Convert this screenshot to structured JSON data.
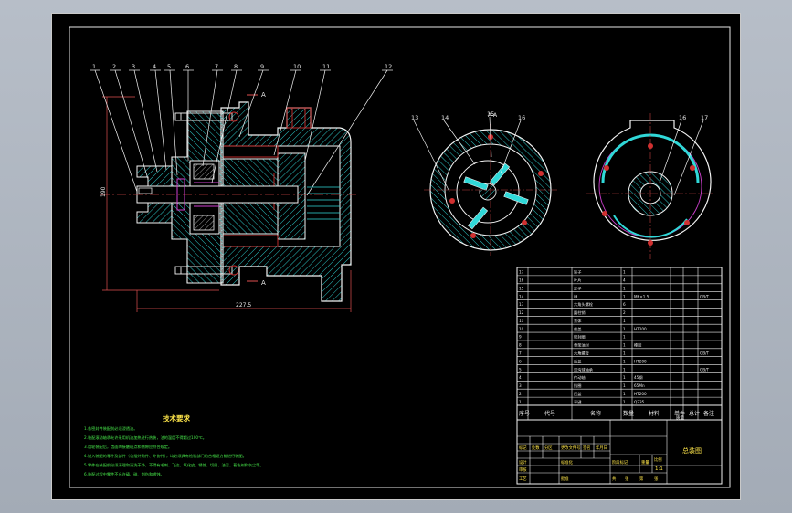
{
  "colors": {
    "background": "#000000",
    "frame": "#e6e6e6",
    "outline": "#f2f2f2",
    "hatch": "#30d8d8",
    "section": "#d03030",
    "dims": "#e05050",
    "centerline": "#c04040",
    "magenta": "#d040d0",
    "text_yellow": "#ffe64a",
    "text_green": "#47e84a",
    "desk": "#aab2bd"
  },
  "balloons": [
    "1",
    "2",
    "3",
    "4",
    "5",
    "6",
    "7",
    "8",
    "9",
    "10",
    "11",
    "12"
  ],
  "balloons_right": [
    "13",
    "14",
    "15",
    "16"
  ],
  "balloons_right2": [
    "16",
    "17"
  ],
  "dims": {
    "vertical": "190",
    "horizontal": "227.5",
    "section_mark_top": "A",
    "section_mark_bottom": "A"
  },
  "view_label": "A-A",
  "tech_requirements": {
    "title": "技术要求",
    "lines": [
      "1.各密封件装配前必须浸透油。",
      "2.装配滚动轴承允许采用机油加热进行热装，油的温度不得超过100℃。",
      "3.齿轮装配后，齿面的接触斑点和侧隙应符合规定。",
      "4.进入装配的零件及部件（包括外购件、外协件），均必须具有检验部门的合格证方能进行装配。",
      "5.零件在装配前必须清理和清洗干净，不得有毛刺、飞边、氧化皮、锈蚀、切屑、油污、着色剂和灰尘等。",
      "6.装配过程中零件不允许磕、碰、划伤和锈蚀。"
    ]
  },
  "bom": {
    "rows": [
      {
        "no": "17",
        "name": "转子",
        "qty": "1",
        "mat": ""
      },
      {
        "no": "16",
        "name": "叶片",
        "qty": "4",
        "mat": ""
      },
      {
        "no": "15",
        "name": "定子",
        "qty": "1",
        "mat": ""
      },
      {
        "no": "14",
        "name": "键",
        "qty": "1",
        "mat": "M6×1.5",
        "std": "GB/T"
      },
      {
        "no": "13",
        "name": "六角头螺栓",
        "qty": "6",
        "mat": ""
      },
      {
        "no": "12",
        "name": "圆柱销",
        "qty": "2",
        "mat": ""
      },
      {
        "no": "11",
        "name": "泵体",
        "qty": "1",
        "mat": ""
      },
      {
        "no": "10",
        "name": "前盖",
        "qty": "1",
        "mat": "HT200"
      },
      {
        "no": "9",
        "name": "密封圈",
        "qty": "1",
        "mat": ""
      },
      {
        "no": "8",
        "name": "骨架油封",
        "qty": "1",
        "mat": "橡胶"
      },
      {
        "no": "7",
        "name": "六角螺母",
        "qty": "1",
        "mat": "",
        "std": "GB/T"
      },
      {
        "no": "6",
        "name": "后盖",
        "qty": "1",
        "mat": "HT200"
      },
      {
        "no": "5",
        "name": "深沟球轴承",
        "qty": "1",
        "mat": "",
        "std": "GB/T"
      },
      {
        "no": "4",
        "name": "传动轴",
        "qty": "1",
        "mat": "45钢"
      },
      {
        "no": "3",
        "name": "挡圈",
        "qty": "1",
        "mat": "65Mn"
      },
      {
        "no": "2",
        "name": "压盖",
        "qty": "1",
        "mat": "HT200"
      },
      {
        "no": "1",
        "name": "平键",
        "qty": "1",
        "mat": "Q235"
      }
    ],
    "header": [
      "序号",
      "代号",
      "名称",
      "数量",
      "材料",
      "单件",
      "总计",
      "备注"
    ],
    "header_sub": "质量"
  },
  "title_block": {
    "drawing_name": "总装图",
    "labels": [
      "标记",
      "处数",
      "分区",
      "更改文件号",
      "签名",
      "年月日",
      "设计",
      "标准化",
      "阶段标记",
      "重量",
      "比例",
      "审核",
      "工艺",
      "批准",
      "共",
      "张",
      "第",
      "张"
    ],
    "scale": "1:1"
  }
}
